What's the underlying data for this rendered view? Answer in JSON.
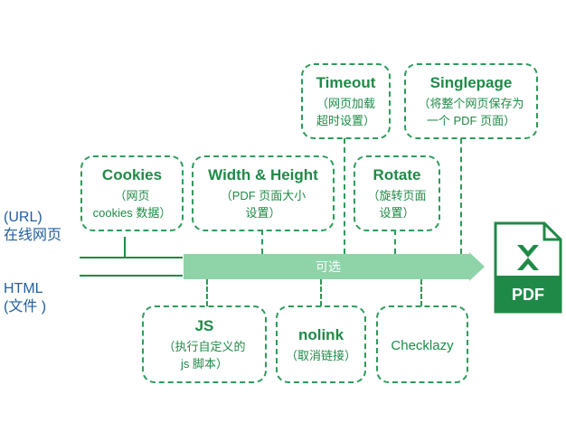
{
  "inputs": {
    "url": "(URL)\n在线网页",
    "html": "HTML\n(文件 )"
  },
  "optional_label": "可选",
  "boxes_top": [
    {
      "title": "Timeout",
      "desc": "（网页加载\n超时设置）"
    },
    {
      "title": "Singlepage",
      "desc": "（将整个网页保存为\n一个 PDF 页面）"
    },
    {
      "title": "Cookies",
      "desc": "（网页\ncookies 数据）"
    },
    {
      "title": "Width & Height",
      "desc": "（PDF 页面大小\n设置）"
    },
    {
      "title": "Rotate",
      "desc": "（旋转页面\n设置）"
    }
  ],
  "boxes_bottom": [
    {
      "title": "JS",
      "desc": "（执行自定义的\njs 脚本）"
    },
    {
      "title": "nolink",
      "desc": "（取消链接）"
    },
    {
      "title": "",
      "desc": "Checklazy"
    }
  ],
  "pdf_label": "PDF",
  "colors": {
    "green": "#1f8a47",
    "light_green": "#8fd3a9",
    "source_blue": "#1f5fa0"
  }
}
